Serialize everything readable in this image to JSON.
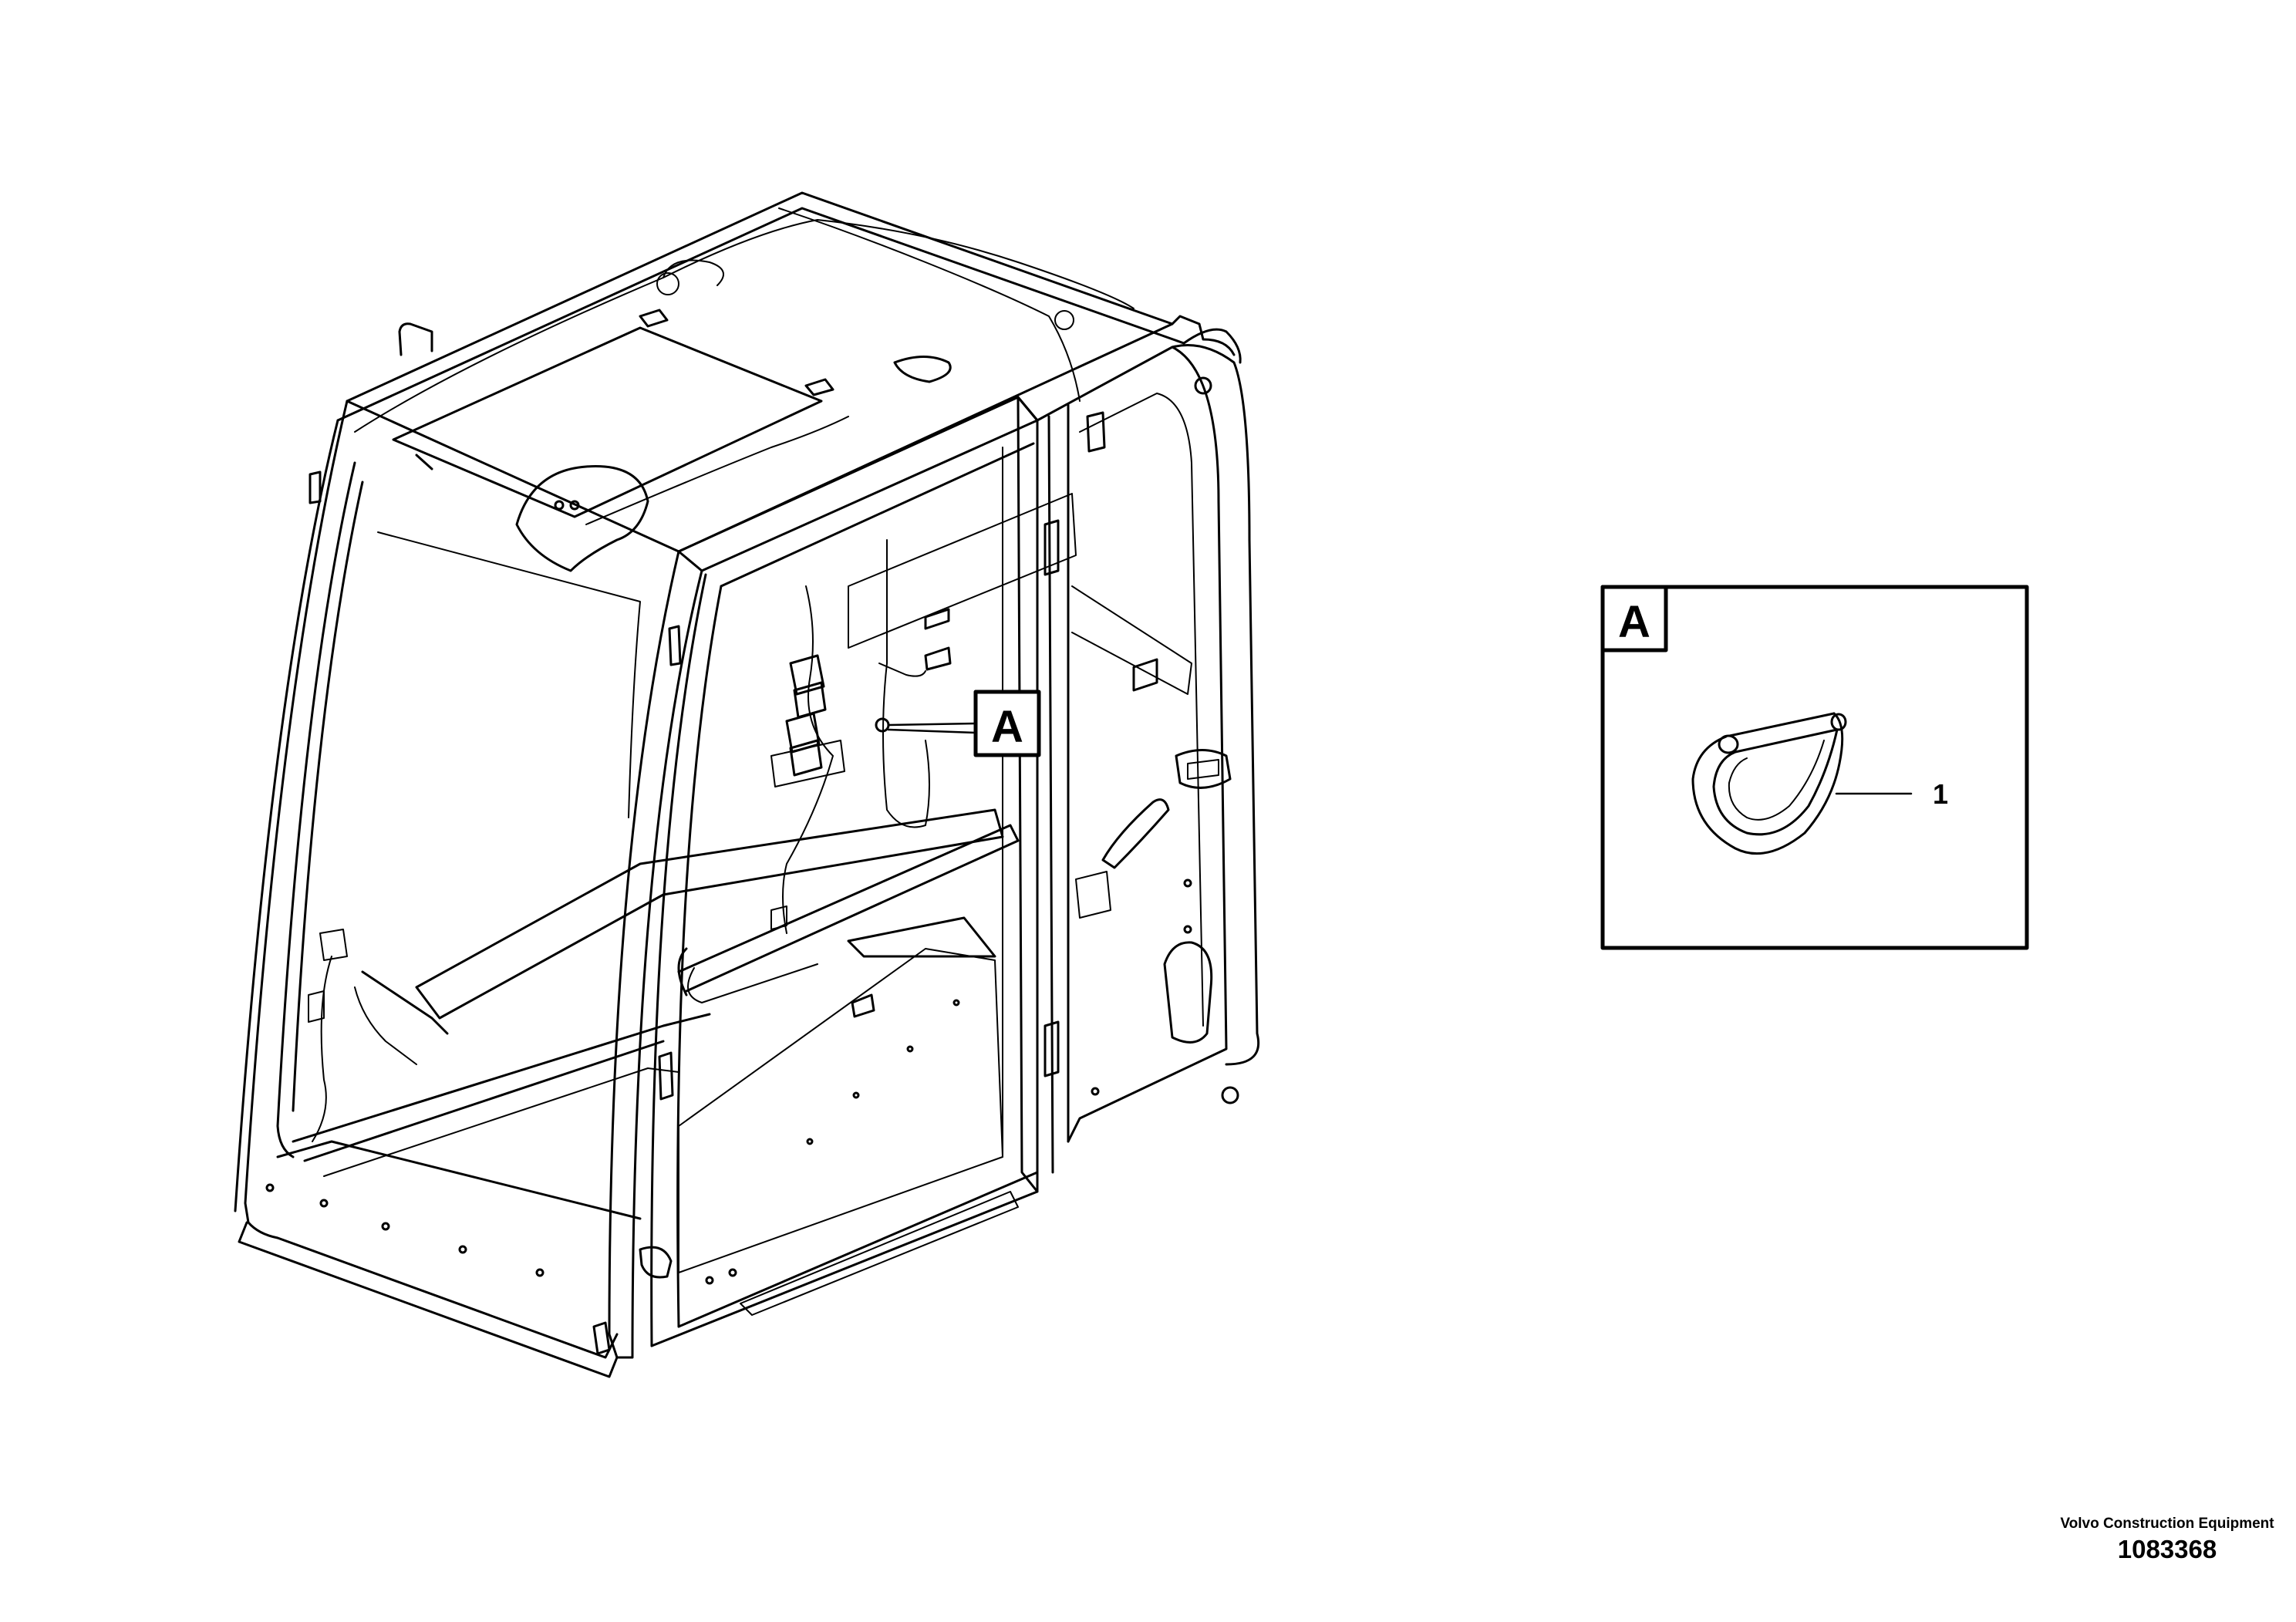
{
  "callouts": {
    "detail_marker": "A",
    "detail_title": "A",
    "part_number": "1"
  },
  "footer": {
    "manufacturer": "Volvo Construction Equipment",
    "document_number": "1083368"
  }
}
